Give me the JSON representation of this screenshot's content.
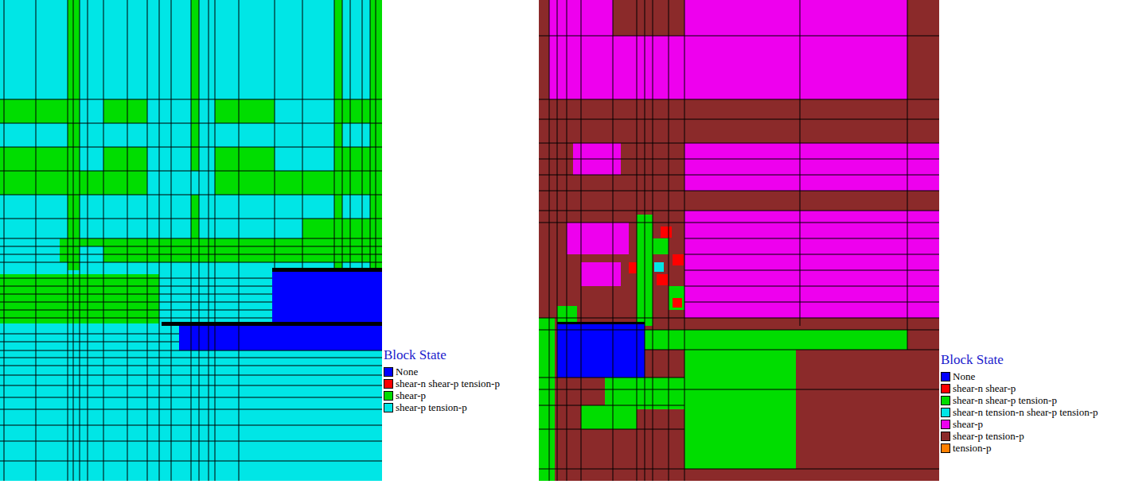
{
  "diagram": {
    "labels": [
      "Block State",
      "Block State"
    ],
    "legend": [
      {
        "text": "None",
        "color": "#0000ff"
      },
      {
        "text": "shear-n shear-p tension-p",
        "color": "#ff0000"
      },
      {
        "text": "shear-p",
        "color": "#00dd00"
      },
      {
        "text": "shear-p tension-p",
        "color": "#00e6e6"
      },
      {
        "text": "None",
        "color": "#0000ff"
      },
      {
        "text": "shear-n shear-p",
        "color": "#ff0000"
      },
      {
        "text": "shear-n shear-p tension-p",
        "color": "#00dd00"
      },
      {
        "text": "shear-n tension-n shear-p tension-p",
        "color": "#00e6e6"
      },
      {
        "text": "shear-p",
        "color": "#ee00ee"
      },
      {
        "text": "shear-p tension-p",
        "color": "#8b2a2a"
      },
      {
        "text": "tension-p",
        "color": "#ff8000"
      }
    ]
  }
}
